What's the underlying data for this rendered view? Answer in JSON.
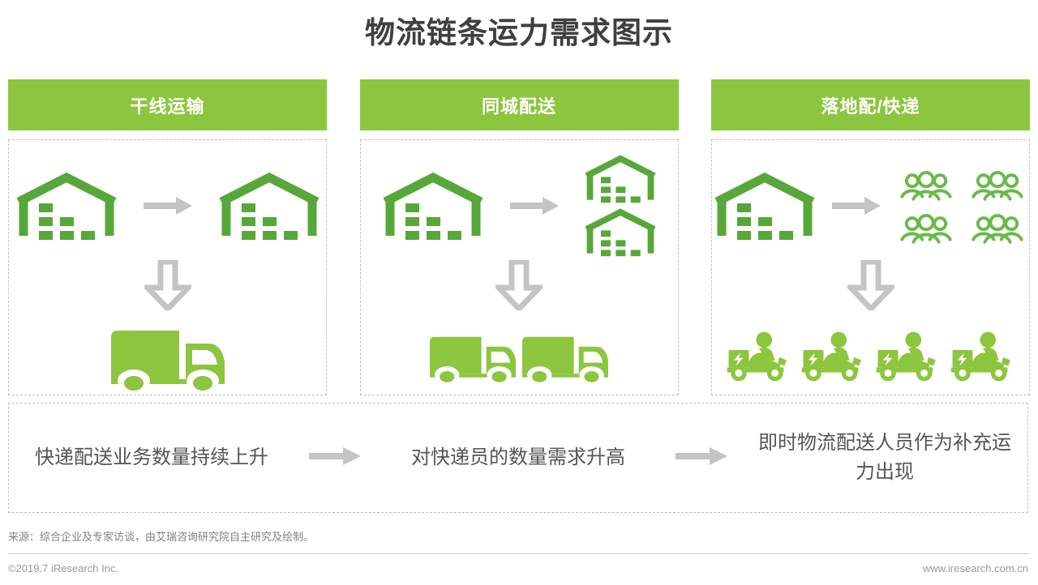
{
  "title": "物流链条运力需求图示",
  "colors": {
    "brand_green": "#8CC63E",
    "arrow_gray": "#c4c4c4",
    "text_dark": "#3f3f3f",
    "text_body": "#555555",
    "dashed_border": "#bfbfbf"
  },
  "columns": [
    {
      "header": "干线运输",
      "origin_icon": "warehouse-icon",
      "destination_icon": "warehouse-icon",
      "destination_count": 1,
      "flow_arrow": "arrow-right-icon",
      "down_arrow": "arrow-down-outline-icon",
      "vehicle_icon": "truck-icon",
      "vehicle_count": 1
    },
    {
      "header": "同城配送",
      "origin_icon": "warehouse-icon",
      "destination_icon": "warehouse-icon",
      "destination_count": 2,
      "flow_arrow": "arrow-right-icon",
      "down_arrow": "arrow-down-outline-icon",
      "vehicle_icon": "truck-icon",
      "vehicle_count": 2
    },
    {
      "header": "落地配/快递",
      "origin_icon": "warehouse-icon",
      "destination_icon": "people-group-icon",
      "destination_count": 4,
      "flow_arrow": "arrow-right-icon",
      "down_arrow": "arrow-down-outline-icon",
      "vehicle_icon": "electric-scooter-rider-icon",
      "vehicle_count": 4
    }
  ],
  "summary": {
    "items": [
      "快递配送业务数量持续上升",
      "对快递员的数量需求升高",
      "即时物流配送人员作为补充运力出现"
    ],
    "connector_icon": "arrow-right-icon"
  },
  "footer": {
    "source": "来源：综合企业及专家访谈，由艾瑞咨询研究院自主研究及绘制。",
    "copyright": "©2019.7 iResearch Inc.",
    "website": "www.iresearch.com.cn"
  }
}
